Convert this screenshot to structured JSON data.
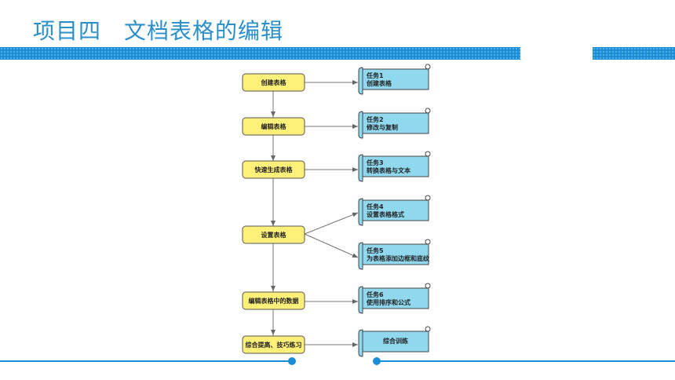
{
  "header": {
    "title": "项目四　文档表格的编辑"
  },
  "colors": {
    "accent": "#1a8fd8",
    "title": "#2a8fc9",
    "process_fill": "#fff07a",
    "scroll_fill": "#8fd8ee"
  },
  "flow": {
    "steps": [
      "创建表格",
      "编辑表格",
      "快速生成表格",
      "设置表格",
      "编辑表格中的数据",
      "综合提高、技巧练习"
    ],
    "tasks": [
      {
        "name": "任务1",
        "desc": "创建表格"
      },
      {
        "name": "任务2",
        "desc": "修改与复制"
      },
      {
        "name": "任务3",
        "desc": "转换表格与文本"
      },
      {
        "name": "任务4",
        "desc": "设置表格格式"
      },
      {
        "name": "任务5",
        "desc": "为表格添加边框和底纹"
      },
      {
        "name": "任务6",
        "desc": "使用排序和公式"
      },
      {
        "name": "",
        "desc": "综合训练"
      }
    ]
  }
}
